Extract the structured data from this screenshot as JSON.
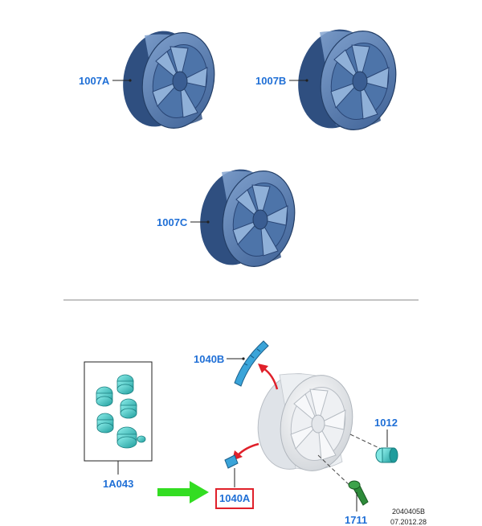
{
  "callouts": {
    "wheel_a": "1007A",
    "wheel_b": "1007B",
    "wheel_c": "1007C",
    "trim_strip_b": "1040B",
    "lug_nut_set": "1A043",
    "lug_nut": "1012",
    "trim_clip_a": "1040A",
    "valve_stem": "1711"
  },
  "reference": {
    "drawing_number": "2040405B",
    "date": "07.2012.28"
  },
  "colors": {
    "callout_text": "#1f6fd6",
    "wheel_fill": "#5b82b6",
    "nut_fill": "#3ec9c9",
    "valve_fill": "#2e8b3a",
    "motion_arrow": "#e0202a",
    "pointer_arrow": "#33dd22",
    "highlight_box": "#e0202a"
  }
}
